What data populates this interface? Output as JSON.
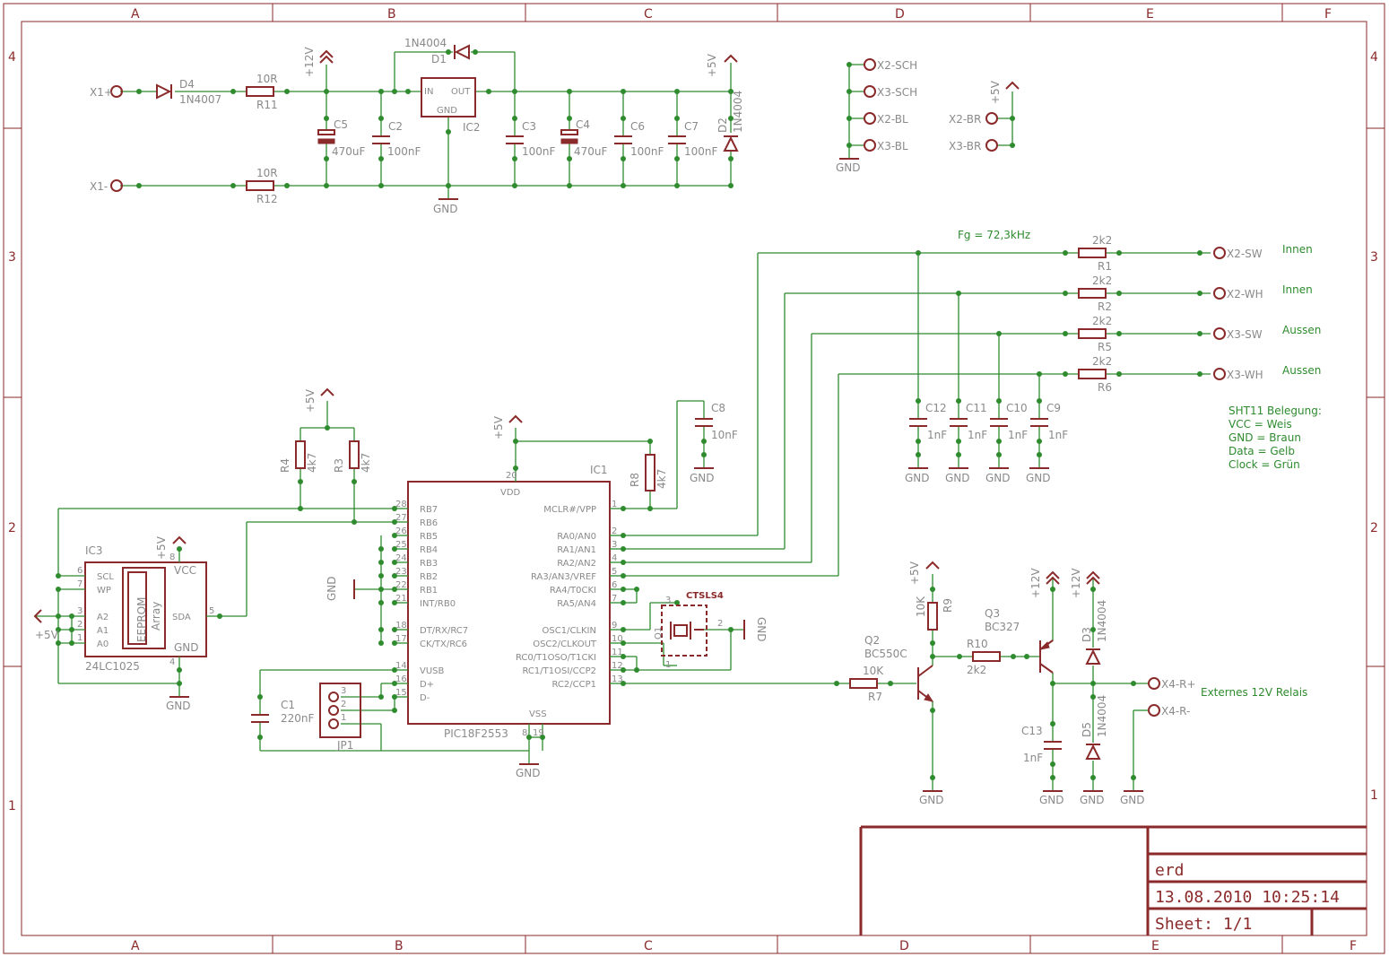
{
  "frame": {
    "cols": [
      "A",
      "B",
      "C",
      "D",
      "E",
      "F"
    ],
    "rows": [
      "4",
      "3",
      "2",
      "1"
    ]
  },
  "power": {
    "X1plus": "X1+",
    "X1minus": "X1-",
    "D4": "D4",
    "D4v": "1N4007",
    "R11": "R11",
    "R11v": "10R",
    "R12": "R12",
    "R12v": "10R",
    "p12": "+12V",
    "C5": "C5",
    "C5v": "470uF",
    "C2": "C2",
    "C2v": "100nF",
    "IC2": "IC2",
    "IC2in": "IN",
    "IC2out": "OUT",
    "IC2gnd": "GND",
    "D1": "D1",
    "D1v": "1N4004",
    "C3": "C3",
    "C3v": "100nF",
    "C4": "C4",
    "C4v": "470uF",
    "C6": "C6",
    "C6v": "100nF",
    "C7": "C7",
    "C7v": "100nF",
    "p5": "+5V",
    "D2": "D2",
    "D2v": "1N4004",
    "gnd": "GND"
  },
  "connectors": {
    "x2sch": "X2-SCH",
    "x3sch": "X3-SCH",
    "x2bl": "X2-BL",
    "x3bl": "X3-BL",
    "x2br": "X2-BR",
    "x3br": "X3-BR",
    "p5": "+5V",
    "gnd": "GND"
  },
  "filters": {
    "fg": "Fg = 72,3kHz",
    "R1": "R1",
    "R2": "R2",
    "R5": "R5",
    "R6": "R6",
    "rv": "2k2",
    "x2sw": "X2-SW",
    "x2wh": "X2-WH",
    "x3sw": "X3-SW",
    "x3wh": "X3-WH",
    "innen": "Innen",
    "aussen": "Aussen",
    "C12": "C12",
    "C11": "C11",
    "C10": "C10",
    "C9": "C9",
    "cv": "1nF",
    "gnd": "GND",
    "sht": [
      "SHT11 Belegung:",
      "VCC = Weis",
      "GND = Braun",
      "Data = Gelb",
      "Clock = Grün"
    ]
  },
  "mcu": {
    "IC1": "IC1",
    "part": "PIC18F2553",
    "vdd": "VDD",
    "vss": "VSS",
    "left": [
      "RB7",
      "RB6",
      "RB5",
      "RB4",
      "RB3",
      "RB2",
      "RB1",
      "INT/RB0",
      "DT/RX/RC7",
      "CK/TX/RC6",
      "VUSB",
      "D+",
      "D-"
    ],
    "right": [
      "MCLR#/VPP",
      "RA0/AN0",
      "RA1/AN1",
      "RA2/AN2",
      "RA3/AN3/VREF",
      "RA4/T0CKI",
      "RA5/AN4",
      "OSC1/CLKIN",
      "OSC2/CLKOUT",
      "RC0/T1OSO/T1CKI",
      "RC1/T1OSI/CCP2",
      "RC2/CCP1"
    ],
    "R8": "R8",
    "R8v": "4k7",
    "C8": "C8",
    "C8v": "10nF",
    "R4": "R4",
    "R3": "R3",
    "r4k7": "4k7",
    "Q1": "Q1",
    "ctsls": "CTSLS4",
    "C1": "C1",
    "C1v": "220nF",
    "JP1": "JP1",
    "p5": "+5V",
    "gnd": "GND"
  },
  "eeprom": {
    "IC3": "IC3",
    "part": "24LC1025",
    "scl": "SCL",
    "wp": "WP",
    "a2": "A2",
    "a1": "A1",
    "a0": "A0",
    "vcc": "VCC",
    "sda": "SDA",
    "gnd": "GND",
    "arr1": "EEPROM",
    "arr2": "Array",
    "p5": "+5V"
  },
  "relay": {
    "Q2": "Q2",
    "Q2v": "BC550C",
    "Q3": "Q3",
    "Q3v": "BC327",
    "R9": "R9",
    "R9v": "10K",
    "R7": "R7",
    "R7v": "10K",
    "R10": "R10",
    "R10v": "2k2",
    "D3": "D3",
    "D5": "D5",
    "dv": "1N4004",
    "C13": "C13",
    "C13v": "1nF",
    "x4rp": "X4-R+",
    "x4rm": "X4-R-",
    "ext": "Externes 12V Relais",
    "p5": "+5V",
    "p12": "+12V",
    "gnd": "GND"
  },
  "titleblock": {
    "name": "erd",
    "date": "13.08.2010  10:25:14",
    "sheet": "Sheet: 1/1"
  }
}
